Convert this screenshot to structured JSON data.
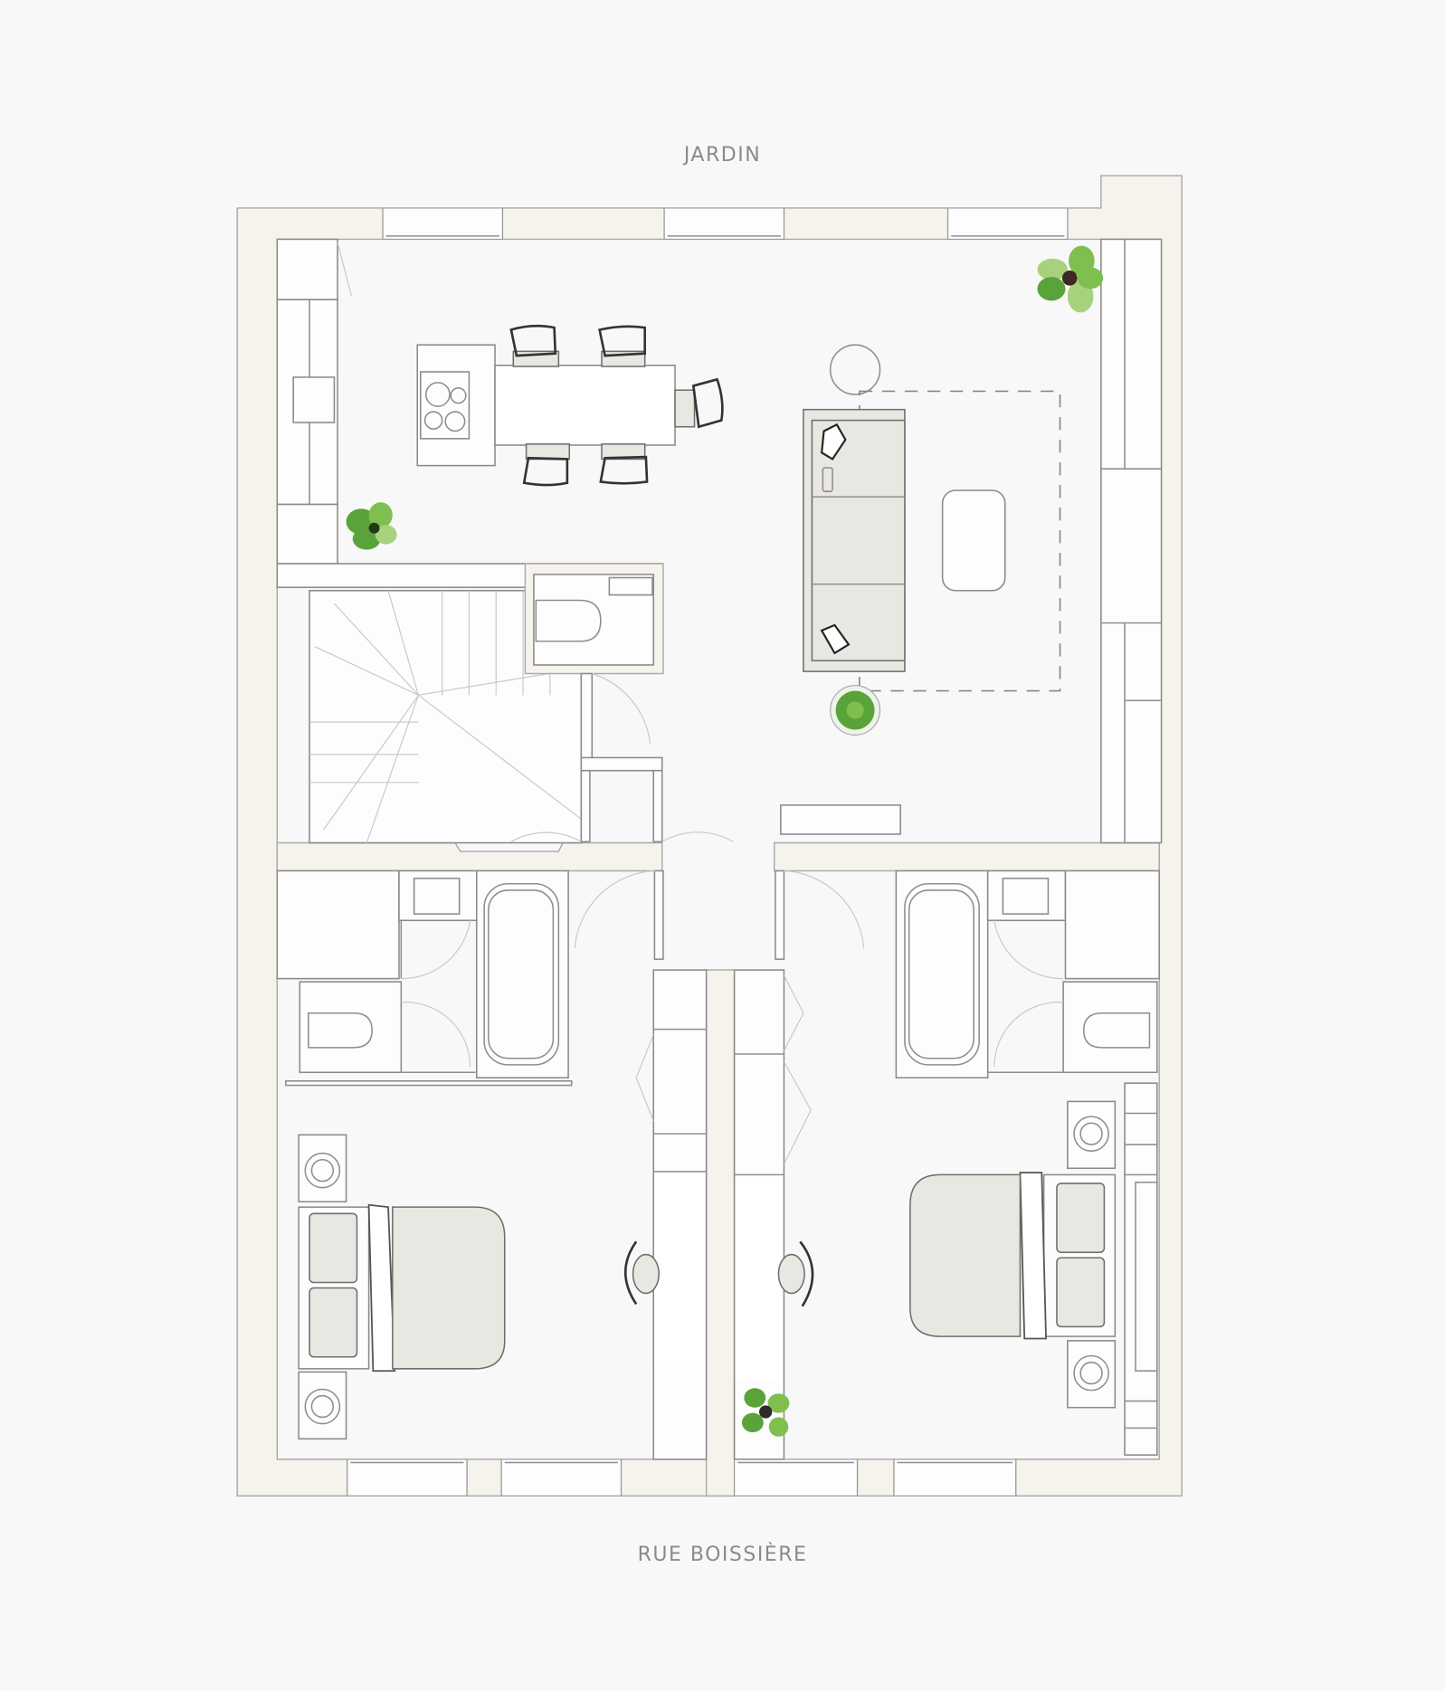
{
  "plan": {
    "title_top": "JARDIN",
    "title_bottom": "RUE BOISSIÈRE",
    "colors": {
      "background": "#f8f8f8",
      "wall_fill": "#f5f3ec",
      "line": "#8e8e8e",
      "furniture_soft": "#e9e7e1",
      "plant_green": "#7fbf4f",
      "label_gray": "#8a8a8a"
    },
    "rooms": [
      {
        "name": "kitchen-dining-living",
        "contents": [
          "kitchen-counter",
          "cooktop-island",
          "dining-table",
          "dining-chair x5",
          "sofa",
          "coffee-table",
          "rug",
          "floor-lamp",
          "plant x3",
          "tv-console",
          "wardrobe-wall"
        ]
      },
      {
        "name": "staircase",
        "contents": [
          "spiral-stairs"
        ]
      },
      {
        "name": "wc",
        "contents": [
          "toilet",
          "sink"
        ]
      },
      {
        "name": "bathroom-left",
        "contents": [
          "bathtub",
          "toilet",
          "sink-cabinet"
        ]
      },
      {
        "name": "bathroom-right",
        "contents": [
          "bathtub",
          "toilet",
          "sink-cabinet"
        ]
      },
      {
        "name": "bedroom-left",
        "contents": [
          "double-bed",
          "nightstand x2",
          "desk",
          "desk-chair",
          "wardrobe"
        ]
      },
      {
        "name": "bedroom-right",
        "contents": [
          "double-bed",
          "nightstand x2",
          "desk",
          "desk-chair",
          "wardrobe",
          "shelving",
          "plant"
        ]
      }
    ]
  }
}
